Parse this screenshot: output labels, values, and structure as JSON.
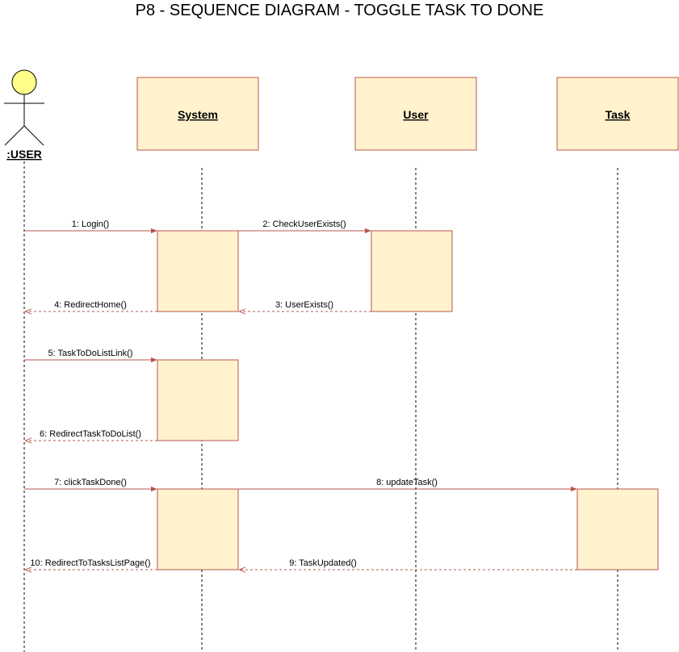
{
  "title": "P8 - SEQUENCE DIAGRAM - TOGGLE TASK TO DONE",
  "colors": {
    "box_fill": "#fff2cc",
    "box_stroke": "#b85450",
    "actor_fill": "#ffff88",
    "line": "#000000"
  },
  "actor": {
    "label": ":USER"
  },
  "participants": [
    {
      "id": "system",
      "label": "System"
    },
    {
      "id": "user",
      "label": "User"
    },
    {
      "id": "task",
      "label": "Task"
    }
  ],
  "messages": [
    {
      "label": "1: Login()",
      "from": "actor",
      "to": "system",
      "kind": "call"
    },
    {
      "label": "2: CheckUserExists()",
      "from": "system",
      "to": "user",
      "kind": "call"
    },
    {
      "label": "3: UserExists()",
      "from": "user",
      "to": "system",
      "kind": "return"
    },
    {
      "label": "4: RedirectHome()",
      "from": "system",
      "to": "actor",
      "kind": "return"
    },
    {
      "label": "5: TaskToDoListLink()",
      "from": "actor",
      "to": "system",
      "kind": "call"
    },
    {
      "label": "6: RedirectTaskToDoList()",
      "from": "system",
      "to": "actor",
      "kind": "return"
    },
    {
      "label": "7: clickTaskDone()",
      "from": "actor",
      "to": "system",
      "kind": "call"
    },
    {
      "label": "8: updateTask()",
      "from": "system",
      "to": "task",
      "kind": "call"
    },
    {
      "label": "9: TaskUpdated()",
      "from": "task",
      "to": "system",
      "kind": "return"
    },
    {
      "label": "10: RedirectToTasksListPage()",
      "from": "system",
      "to": "actor",
      "kind": "return"
    }
  ]
}
